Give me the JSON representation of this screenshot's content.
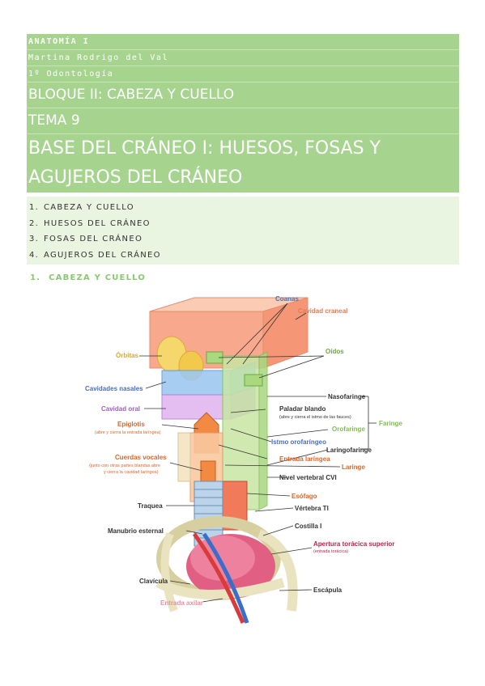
{
  "header": {
    "course": "ANATOMÍA I",
    "author": "Martina Rodrigo del Val",
    "program": "1º Odontología",
    "block": "BLOQUE II: CABEZA Y CUELLO",
    "topic": "TEMA 9",
    "title_line1": "BASE DEL CRÁNEO I: HUESOS,  FOSAS Y",
    "title_line2": "AGUJEROS DEL CRÁNEO"
  },
  "index": [
    {
      "num": "1.",
      "label": "CABEZA Y CUELLO"
    },
    {
      "num": "2.",
      "label": "HUESOS DEL CRÁNEO"
    },
    {
      "num": "3.",
      "label": "FOSAS DEL CRÁNEO"
    },
    {
      "num": "4.",
      "label": "AGUJEROS DEL CRÁNEO"
    }
  ],
  "section": {
    "num": "1.",
    "label": "CABEZA Y CUELLO"
  },
  "figure": {
    "labels": {
      "coanas": "Coanas",
      "cavidad_craneal": "Cavidad craneal",
      "orbitas": "Órbitas",
      "oidos": "Oídos",
      "cavidades_nasales": "Cavidades nasales",
      "nasofaringe": "Nasofaringe",
      "cavidad_oral": "Cavidad oral",
      "paladar_blando": "Paladar blando",
      "paladar_blando_note": "(abre y cierra el istmo de las fauces)",
      "orofaringe": "Orofaringe",
      "faringe": "Faringe",
      "epiglotis": "Epiglotis",
      "epiglotis_note": "(abre y cierra la entrada laríngea)",
      "istmo": "Istmo orofaríngeo",
      "laringofaringe": "Laringofaringe",
      "cuerdas_vocales": "Cuerdas vocales",
      "cuerdas_note1": "(junto con otras partes blandas abre",
      "cuerdas_note2": "y cierra la cavidad laríngea)",
      "entrada_laringea": "Entrada laríngea",
      "laringe": "Laringe",
      "nivel_vertebral": "Nivel vertebral CVI",
      "esofago": "Esófago",
      "traquea": "Traquea",
      "vertebra": "Vértebra TI",
      "costilla": "Costilla I",
      "manubrio": "Manubrio esternal",
      "apertura": "Apertura torácica superior",
      "apertura_note": "(entrada torácica)",
      "clavicula": "Clavícula",
      "escapula": "Escápula",
      "entrada_axilar": "Entrada axilar"
    },
    "colors": {
      "cranial": "#f7a383",
      "nasal": "#9ec8f0",
      "oral": "#d8a8e8",
      "pharynx": "#c7e6a4",
      "larynx": "#f7b36b",
      "rib": "#ece7c8",
      "lung": "#e56b8a",
      "artery": "#d93a3a",
      "vein": "#3a6ec8"
    }
  }
}
